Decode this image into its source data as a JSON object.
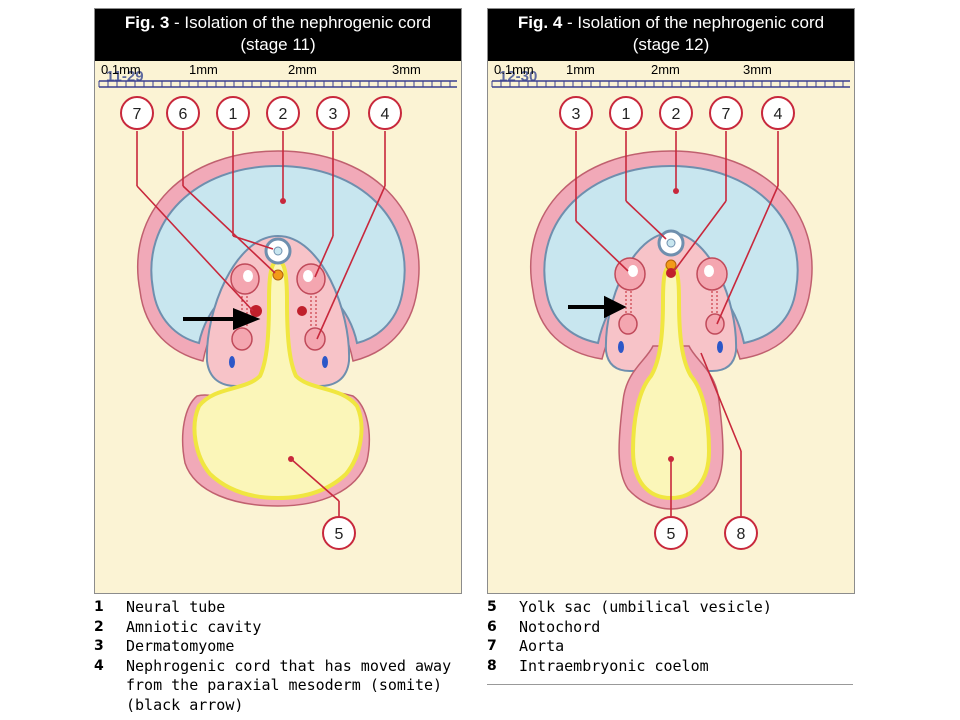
{
  "figures": [
    {
      "title_bold": "Fig. 3",
      "title_rest": " - Isolation of the nephrogenic cord",
      "subtitle": "(stage 11)",
      "stage_code": "11-29",
      "callouts_top": [
        "7",
        "6",
        "1",
        "2",
        "3",
        "4"
      ],
      "callout_bottom": [
        "5"
      ]
    },
    {
      "title_bold": "Fig. 4",
      "title_rest": " - Isolation of the nephrogenic cord",
      "subtitle": "(stage 12)",
      "stage_code": "12-30",
      "callouts_top": [
        "3",
        "1",
        "2",
        "7",
        "4"
      ],
      "callout_bottom": [
        "5",
        "8"
      ]
    }
  ],
  "scale_labels": [
    "0.1mm",
    "1mm",
    "2mm",
    "3mm"
  ],
  "legend_left": [
    {
      "num": "1",
      "text": "Neural tube"
    },
    {
      "num": "2",
      "text": "Amniotic cavity"
    },
    {
      "num": "3",
      "text": "Dermatomyome"
    },
    {
      "num": "4",
      "text": "Nephrogenic cord that has moved away from the paraxial mesoderm (somite) (black arrow)"
    }
  ],
  "legend_right": [
    {
      "num": "5",
      "text": "Yolk sac (umbilical vesicle)"
    },
    {
      "num": "6",
      "text": "Notochord"
    },
    {
      "num": "7",
      "text": "Aorta"
    },
    {
      "num": "8",
      "text": "Intraembryonic coelom"
    }
  ],
  "colors": {
    "panel_bg": "#fbf3d4",
    "ectoderm": "#f1a9b8",
    "amnion_blue": "#c8e6ef",
    "amnion_border": "#6f8fae",
    "mesoderm": "#fbd9dc",
    "yolk": "#fbf6b9",
    "endoderm": "#f0e640",
    "callout_red": "#c8283c",
    "aorta": "#c0202c",
    "notochord": "#f39a18",
    "coelom": "#2c57c8"
  }
}
